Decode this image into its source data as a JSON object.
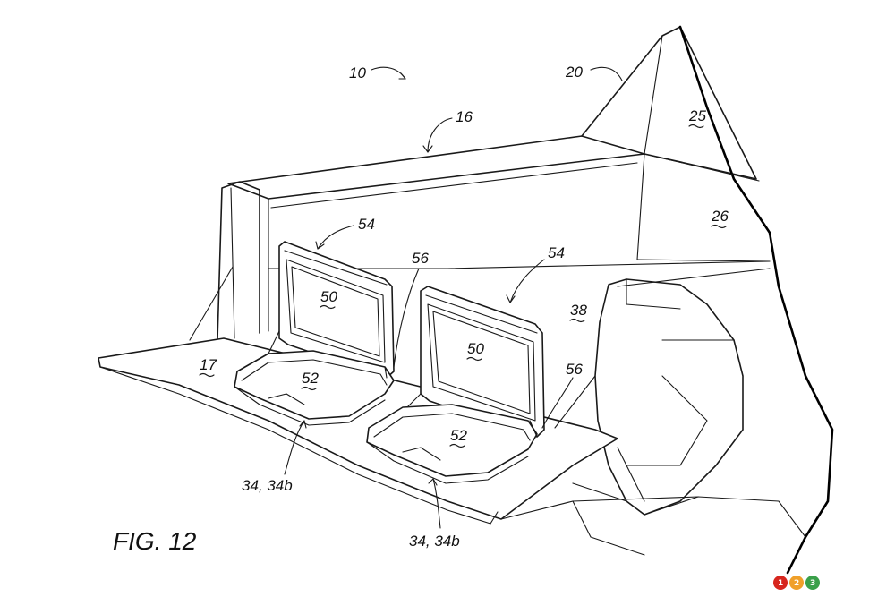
{
  "figure": {
    "caption": "FIG. 12",
    "labels": {
      "l10": "10",
      "l16": "16",
      "l17": "17",
      "l20": "20",
      "l25": "25",
      "l26": "26",
      "l38": "38",
      "l50a": "50",
      "l50b": "50",
      "l52a": "52",
      "l52b": "52",
      "l54a": "54",
      "l54b": "54",
      "l56a": "56",
      "l56b": "56",
      "l34a": "34, 34b",
      "l34b": "34, 34b"
    }
  },
  "watermark": {
    "badges": [
      "1",
      "2",
      "3"
    ],
    "colors": [
      "#d7261e",
      "#f0a02a",
      "#3aa04a"
    ]
  }
}
